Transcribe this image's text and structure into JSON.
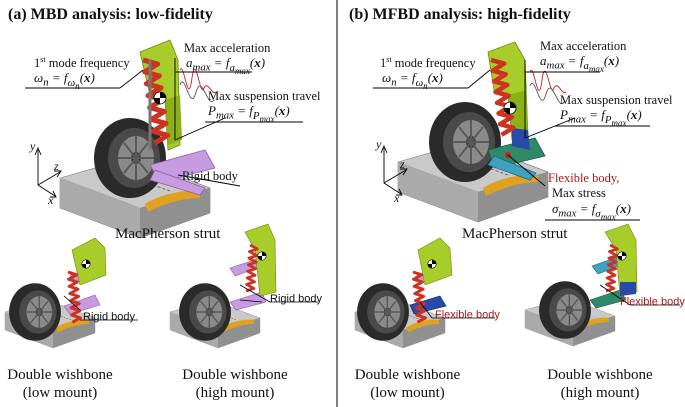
{
  "panel_a": {
    "title": "(a) MBD analysis: low-fidelity",
    "mode_freq_l1": "1st mode frequency",
    "mode_freq_l2": "ωn = fωn(x)",
    "max_acc_l1": "Max acceleration",
    "max_acc_l2": "amax = famax(x)",
    "max_susp_l1": "Max suspension travel",
    "max_susp_l2": "Pmax = fPmax(x)",
    "rigid_body": "Rigid body",
    "caption_main": "MacPherson strut",
    "small_low_tag": "Rigid body",
    "small_high_tag": "Rigid body",
    "caption_low_1": "Double wishbone",
    "caption_low_2": "(low mount)",
    "caption_high_1": "Double wishbone",
    "caption_high_2": "(high mount)"
  },
  "panel_b": {
    "title": "(b) MFBD analysis: high-fidelity",
    "mode_freq_l1": "1st mode frequency",
    "mode_freq_l2": "ωn = fωn(x)",
    "max_acc_l1": "Max acceleration",
    "max_acc_l2": "amax = famax(x)",
    "max_susp_l1": "Max suspension travel",
    "max_susp_l2": "Pmax = fPmax(x)",
    "flex_body": "Flexible body,",
    "max_stress_l1": "Max stress",
    "max_stress_l2": "σmax = fσmax(x)",
    "caption_main": "MacPherson strut",
    "small_low_tag": "Flexible body",
    "small_high_tag": "Flexible body",
    "caption_low_1": "Double wishbone",
    "caption_low_2": "(low mount)",
    "caption_high_1": "Double wishbone",
    "caption_high_2": "(high mount)"
  },
  "axes": {
    "y": "y",
    "z": "z",
    "x": "x"
  },
  "colors": {
    "bracket": "#a8cc2a",
    "spring": "#cc3322",
    "arm_rigid": "#c89ae0",
    "arm_flex": "#2f8a6a",
    "tire": "#2a2a2a",
    "road": "#b8b8b8",
    "bump": "#e0a020",
    "accent_red": "#b01818"
  }
}
